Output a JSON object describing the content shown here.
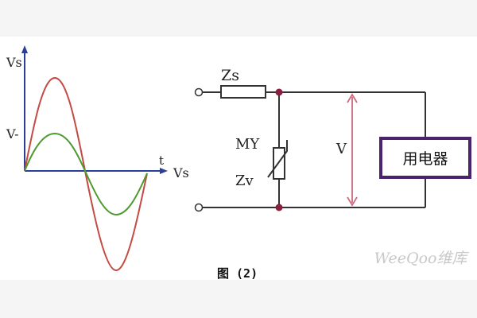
{
  "waveform": {
    "y_axis_label": "Vs",
    "level_label": "V-",
    "x_axis_label": "t",
    "x_axis_extra_label": "Vs",
    "colors": {
      "axis": "#2b3f9a",
      "outer_wave": "#c44b43",
      "inner_wave": "#4e9b2e"
    }
  },
  "circuit": {
    "source_impedance_label": "Zs",
    "varistor_label": "MY",
    "varistor_impedance_label": "Zv",
    "voltage_label": "V",
    "load_label": "用电器",
    "colors": {
      "wire": "#333333",
      "node": "#8b1f3d",
      "voltage_arrow": "#c86a7d",
      "load_box": "#4b236c"
    }
  },
  "figure_caption": "图 (2)",
  "watermark": "WeeQoo维库"
}
